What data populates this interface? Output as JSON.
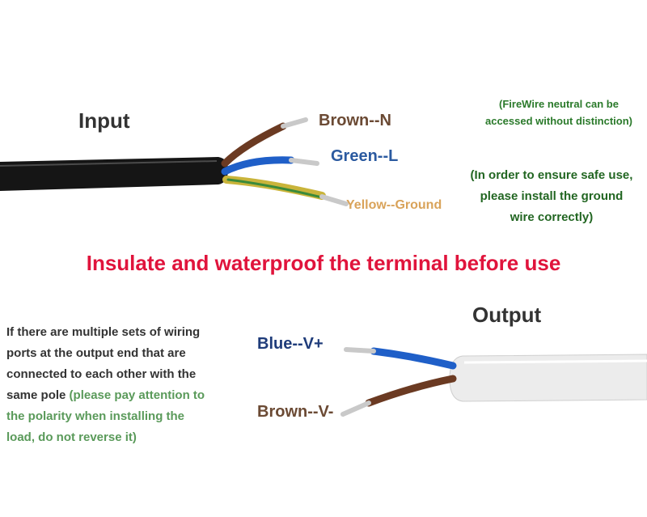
{
  "titles": {
    "input": "Input",
    "output": "Output"
  },
  "input_wires": {
    "brown": "Brown--N",
    "green": "Green--L",
    "yellow": "Yellow--Ground"
  },
  "output_wires": {
    "blue": "Blue--V+",
    "brown": "Brown--V-"
  },
  "notes": {
    "firewire_line1": "(FireWire neutral can be",
    "firewire_line2": "accessed without distinction)",
    "safe_line1": "(In order to ensure safe use,",
    "safe_line2": "please install the ground",
    "safe_line3": "wire correctly)",
    "multi_line1": "If there are multiple sets of wiring",
    "multi_line2": "ports at the output end that are",
    "multi_line3": "connected to each other with the",
    "multi_line4_black": "same pole",
    "multi_line4_green": " (please pay attention to",
    "multi_line5": "the polarity when installing the",
    "multi_line6": "load, do not reverse it)"
  },
  "headline": "Insulate and waterproof the terminal before use",
  "colors": {
    "headline": "#e0143c",
    "input_cable": "#111111",
    "output_cable": "#e8e8e8",
    "brown_wire": "#6b3a22",
    "blue_wire": "#1f5fc8",
    "green_yellow_wire": "#c9b43a"
  }
}
